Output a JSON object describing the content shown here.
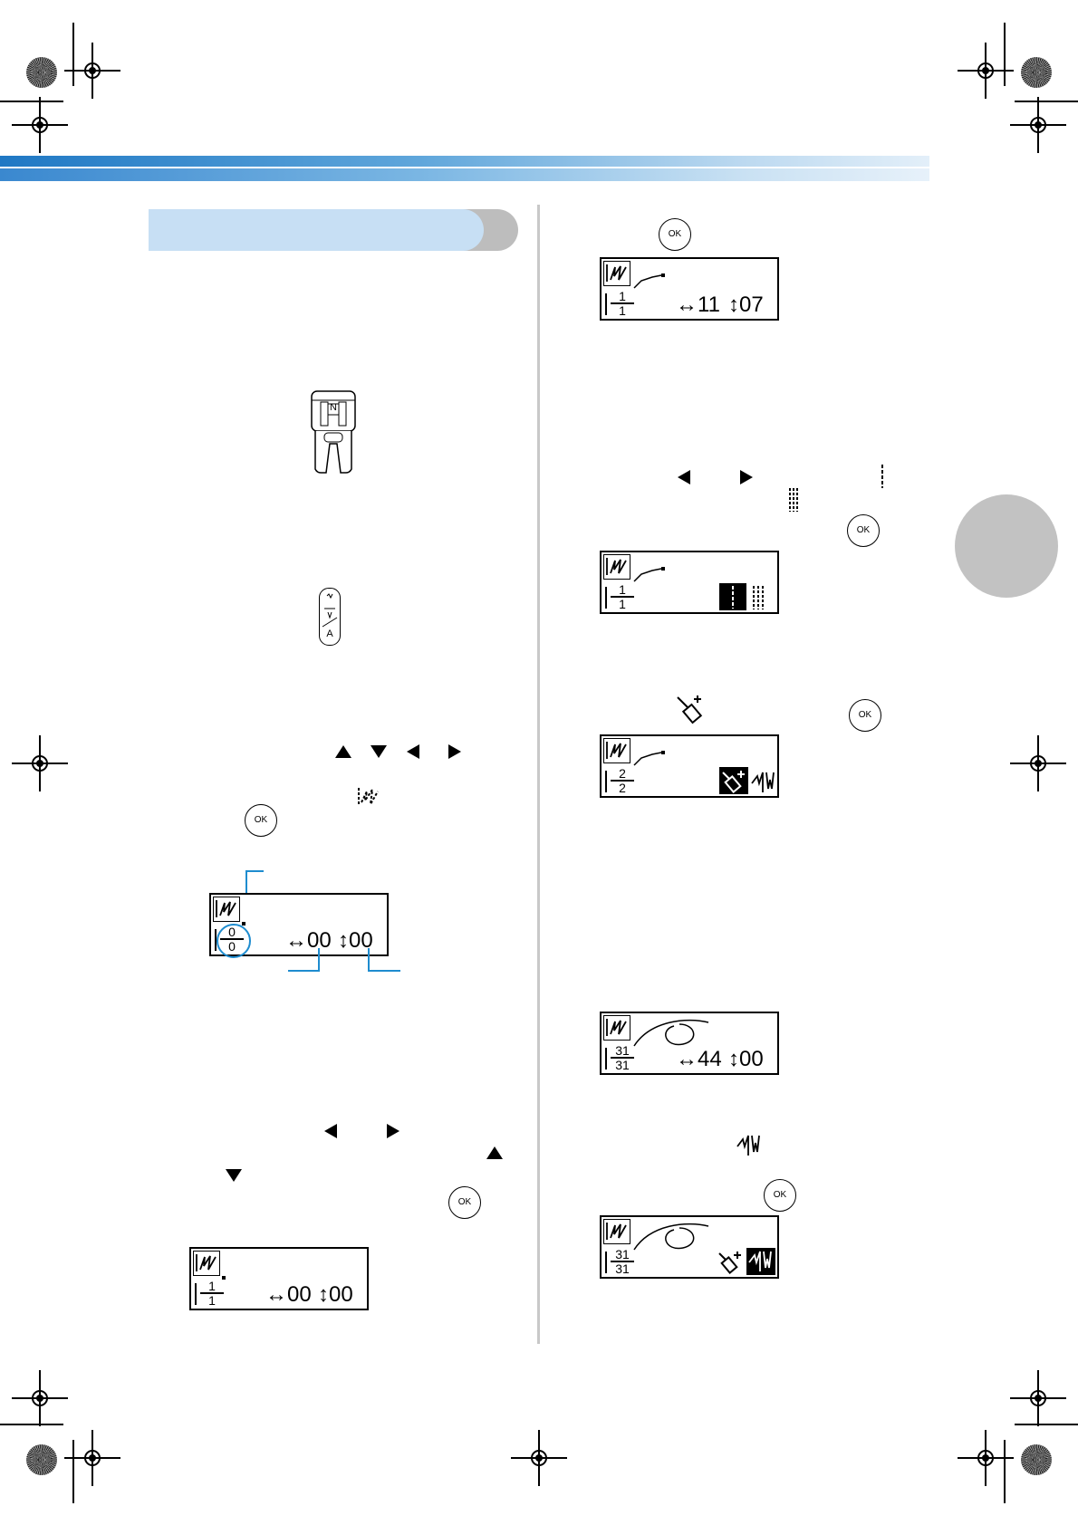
{
  "ok_label": "OK",
  "foot": {
    "letter": "N"
  },
  "setting_card": {
    "letter": "A"
  },
  "colors": {
    "header_band": "#3a88cf",
    "pill": "#c7dff4",
    "callout": "#1e8ccf",
    "tab": "#c2c2c2"
  },
  "screens": {
    "s1": {
      "top": "0",
      "bottom": "0",
      "width": "00",
      "length": "00"
    },
    "s2": {
      "top": "1",
      "bottom": "1",
      "width": "00",
      "length": "00"
    },
    "s3": {
      "top": "1",
      "bottom": "1",
      "width": "11",
      "length": "07"
    },
    "s4": {
      "top": "1",
      "bottom": "1"
    },
    "s5": {
      "top": "2",
      "bottom": "2"
    },
    "s6": {
      "top": "31",
      "bottom": "31",
      "width": "44",
      "length": "00"
    },
    "s7": {
      "top": "31",
      "bottom": "31"
    }
  }
}
